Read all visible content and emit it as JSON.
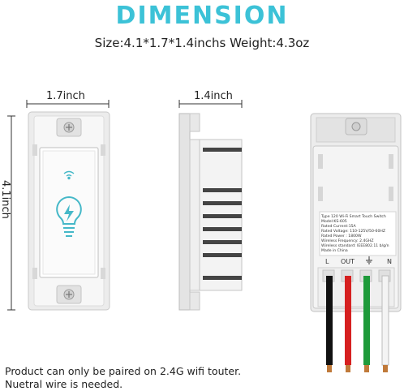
{
  "header": {
    "title": "DIMENSION",
    "spec_line": "Size:4.1*1.7*1.4inchs  Weight:4.3oz"
  },
  "dimensions": {
    "width_label": "1.7inch",
    "depth_label": "1.4inch",
    "height_label": "4.1inch"
  },
  "rear_label": {
    "line1": "Type 120 Wi-Fi Smart Touch Switch",
    "line2": "Model:KS-605",
    "line3": "Rated Current:15A",
    "line4": "Rated Voltage: 110-125V/50-60HZ",
    "line5": "Rated Power : 1800W",
    "line6": "Wireless Frequency: 2.4GHZ",
    "line7": "Wireless standard: IEEE802.11 b/g/n",
    "line8": "Made in China",
    "terminal_l": "L",
    "terminal_out": "OUT",
    "terminal_n": "N"
  },
  "notes": {
    "line1": "Product can only be paired on 2.4G wifi touter.",
    "line2": "Nuetral wire is needed."
  },
  "colors": {
    "accent": "#3cc2d7",
    "icon": "#45b8c8",
    "wire_black": "#111111",
    "wire_red": "#d62020",
    "wire_green": "#1e9a3a",
    "wire_white": "#f4f4f4"
  }
}
